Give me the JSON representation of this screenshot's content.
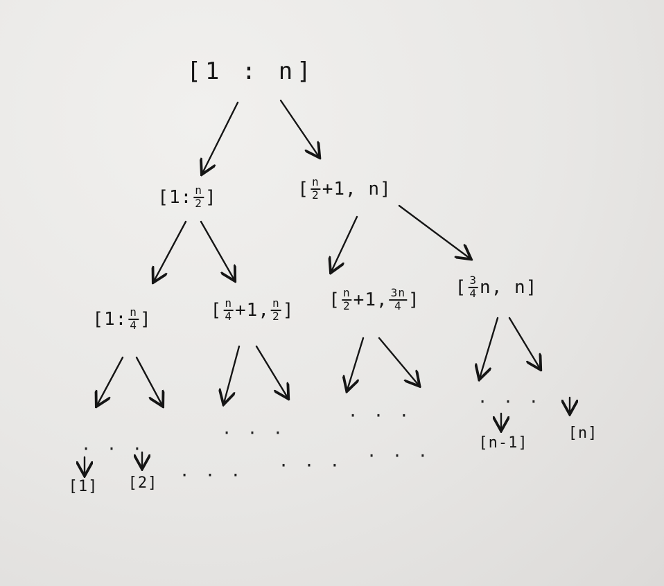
{
  "tree": {
    "root": {
      "text": "[1 : n]"
    },
    "level1": [
      {
        "pre": "[1:",
        "num": "n",
        "den": "2",
        "post": "]"
      },
      {
        "pre": "[",
        "num": "n",
        "den": "2",
        "post": "+1, n]"
      }
    ],
    "level2": [
      {
        "pre": "[1:",
        "num": "n",
        "den": "4",
        "post": "]"
      },
      {
        "pre": "[",
        "num": "n",
        "den": "4",
        "mid": "+1,",
        "num2": "n",
        "den2": "2",
        "post": "]"
      },
      {
        "pre": "[",
        "num": "n",
        "den": "2",
        "mid": "+1,",
        "num2": "3n",
        "den2": "4",
        "post": "]"
      },
      {
        "pre": "[",
        "num": "3",
        "den": "4",
        "post": "n, n]"
      }
    ],
    "leaves": [
      {
        "text": "[1]"
      },
      {
        "text": "[2]"
      },
      {
        "text": "[n-1]"
      },
      {
        "text": "[n]"
      }
    ],
    "ellipsis": "· · ·"
  },
  "colors": {
    "ink": "#151515",
    "paper": "#e9e8e6"
  }
}
